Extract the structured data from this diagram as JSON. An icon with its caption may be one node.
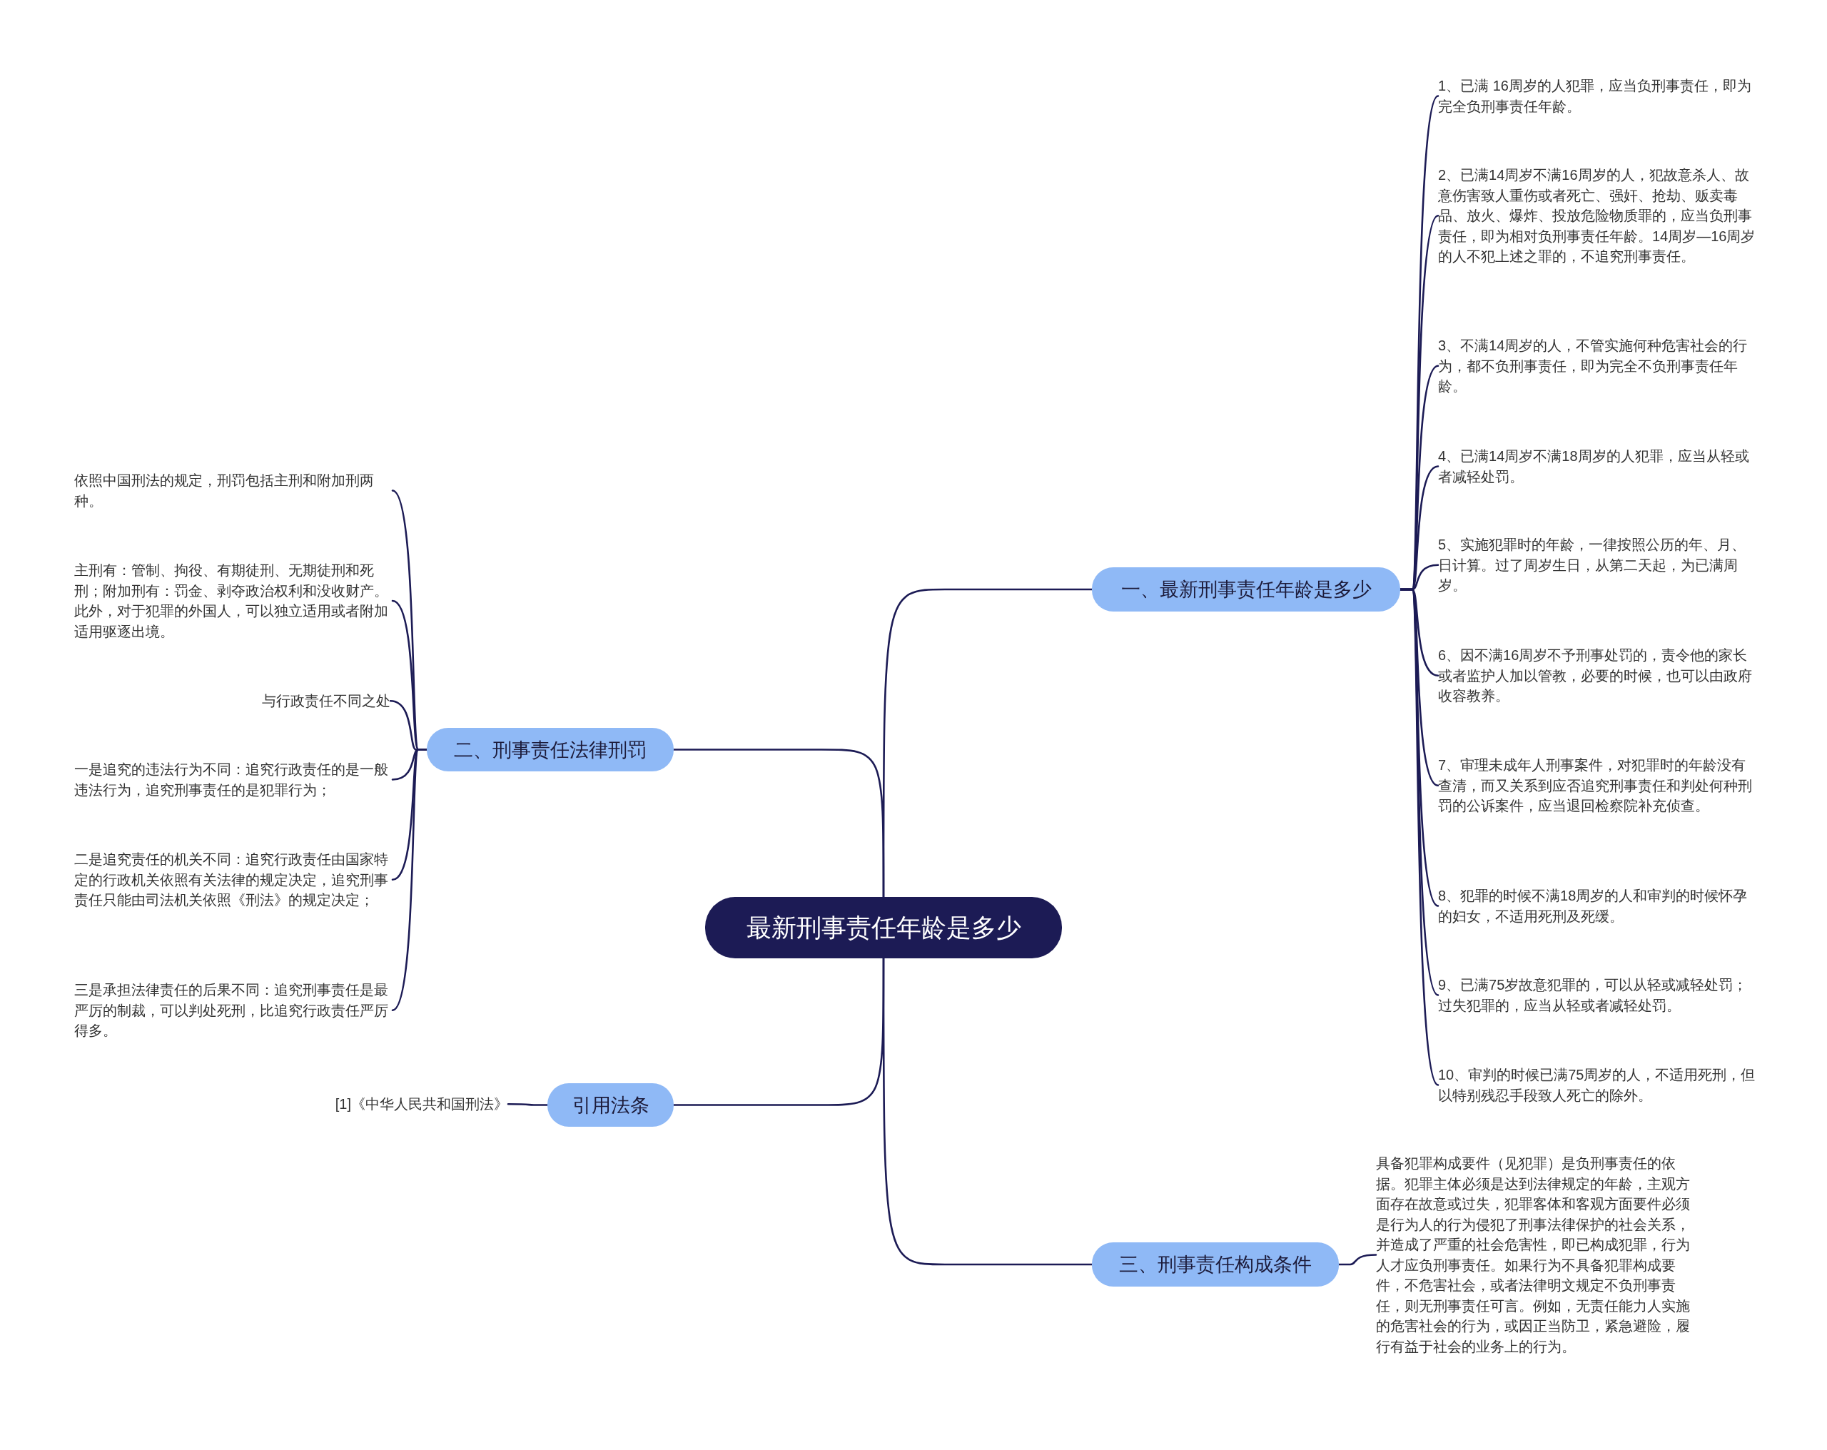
{
  "diagram": {
    "nodes": [
      {
        "text": [
          "最新刑事责任年龄是多少"
        ]
      },
      {
        "text": [
          "一、最新刑事责任年龄是多少"
        ]
      },
      {
        "text": [
          "1、已满 16周岁的人犯罪，应当负刑事责任，即为完全负刑事责任年龄。"
        ]
      },
      {
        "text": [
          "2、已满14周岁不满16周岁的人，犯故意杀人、故意伤害致人重伤或者死亡、强奸、抢劫、贩卖毒品、放火、爆炸、投放危险物质罪的，应当负刑事责任，即为相对负刑事责任年龄。14周岁—16周岁的人不犯上述之罪的，不追究刑事责任。"
        ]
      },
      {
        "text": [
          "3、不满14周岁的人，不管实施何种危害社会的行为，都不负刑事责任，即为完全不负刑事责任年龄。"
        ]
      },
      {
        "text": [
          "4、已满14周岁不满18周岁的人犯罪，应当从轻或者减轻处罚。"
        ]
      },
      {
        "text": [
          "5、实施犯罪时的年龄，一律按照公历的年、月、日计算。过了周岁生日，从第二天起，为已满周岁。"
        ]
      },
      {
        "text": [
          "6、因不满16周岁不予刑事处罚的，责令他的家长或者监护人加以管教，必要的时候，也可以由政府收容教养。"
        ]
      },
      {
        "text": [
          "7、审理未成年人刑事案件，对犯罪时的年龄没有查清，而又关系到应否追究刑事责任和判处何种刑罚的公诉案件，应当退回检察院补充侦查。"
        ]
      },
      {
        "text": [
          "8、犯罪的时候不满18周岁的人和审判的时候怀孕的妇女，不适用死刑及死缓。"
        ]
      },
      {
        "text": [
          "9、已满75岁故意犯罪的，可以从轻或减轻处罚；过失犯罪的，应当从轻或者减轻处罚。"
        ]
      },
      {
        "text": [
          "10、审判的时候已满75周岁的人，不适用死刑，但以特别残忍手段致人死亡的除外。"
        ]
      },
      {
        "text": [
          "二、刑事责任法律刑罚"
        ]
      },
      {
        "text": [
          "依照中国刑法的规定，刑罚包括主刑和附加刑两种。"
        ]
      },
      {
        "text": [
          "主刑有：管制、拘役、有期徒刑、无期徒刑和死刑；附加刑有：罚金、剥夺政治权利和没收财产。此外，对于犯罪的外国人，可以独立适用或者附加适用驱逐出境。"
        ]
      },
      {
        "text": [
          "与行政责任不同之处"
        ]
      },
      {
        "text": [
          "一是追究的违法行为不同：追究行政责任的是一般违法行为，追究刑事责任的是犯罪行为；"
        ]
      },
      {
        "text": [
          "二是追究责任的机关不同：追究行政责任由国家特定的行政机关依照有关法律的规定决定，追究刑事责任只能由司法机关依照《刑法》的规定决定；"
        ]
      },
      {
        "text": [
          "三是承担法律责任的后果不同：追究刑事责任是最严厉的制裁，可以判处死刑，比追究行政责任严厉得多。"
        ]
      },
      {
        "text": [
          "引用法条"
        ]
      },
      {
        "text": [
          "[1]《中华人民共和国刑法》"
        ]
      },
      {
        "text": [
          "三、刑事责任构成条件"
        ]
      },
      {
        "text": [
          "具备犯罪构成要件（见犯罪）是负刑事责任的依据。犯罪主体必须是达到法律规定的年龄，主观方面存在故意或过失，犯罪客体和客观方面要件必须是行为人的行为侵犯了刑事法律保护的社会关系，并造成了严重的社会危害性，即已构成犯罪，行为人才应负刑事责任。如果行为不具备犯罪构成要件，不危害社会，或者法律明文规定不负刑事责任，则无刑事责任可言。例如，无责任能力人实施的危害社会的行为，或因正当防卫，紧急避险，履行有益于社会的业务上的行为。"
        ]
      }
    ],
    "edges": [
      {
        "from": 0,
        "to": 1,
        "arrow": "none"
      },
      {
        "from": 1,
        "to": 2,
        "arrow": "none"
      },
      {
        "from": 1,
        "to": 3,
        "arrow": "none"
      },
      {
        "from": 1,
        "to": 4,
        "arrow": "none"
      },
      {
        "from": 1,
        "to": 5,
        "arrow": "none"
      },
      {
        "from": 1,
        "to": 6,
        "arrow": "none"
      },
      {
        "from": 1,
        "to": 7,
        "arrow": "none"
      },
      {
        "from": 1,
        "to": 8,
        "arrow": "none"
      },
      {
        "from": 1,
        "to": 9,
        "arrow": "none"
      },
      {
        "from": 1,
        "to": 10,
        "arrow": "none"
      },
      {
        "from": 1,
        "to": 11,
        "arrow": "none"
      },
      {
        "from": 0,
        "to": 12,
        "arrow": "none"
      },
      {
        "from": 12,
        "to": 13,
        "arrow": "none"
      },
      {
        "from": 12,
        "to": 14,
        "arrow": "none"
      },
      {
        "from": 12,
        "to": 15,
        "arrow": "none"
      },
      {
        "from": 12,
        "to": 16,
        "arrow": "none"
      },
      {
        "from": 12,
        "to": 17,
        "arrow": "none"
      },
      {
        "from": 12,
        "to": 18,
        "arrow": "none"
      },
      {
        "from": 0,
        "to": 19,
        "arrow": "none"
      },
      {
        "from": 19,
        "to": 20,
        "arrow": "none"
      },
      {
        "from": 0,
        "to": 21,
        "arrow": "none"
      },
      {
        "from": 21,
        "to": 22,
        "arrow": "none"
      }
    ]
  }
}
